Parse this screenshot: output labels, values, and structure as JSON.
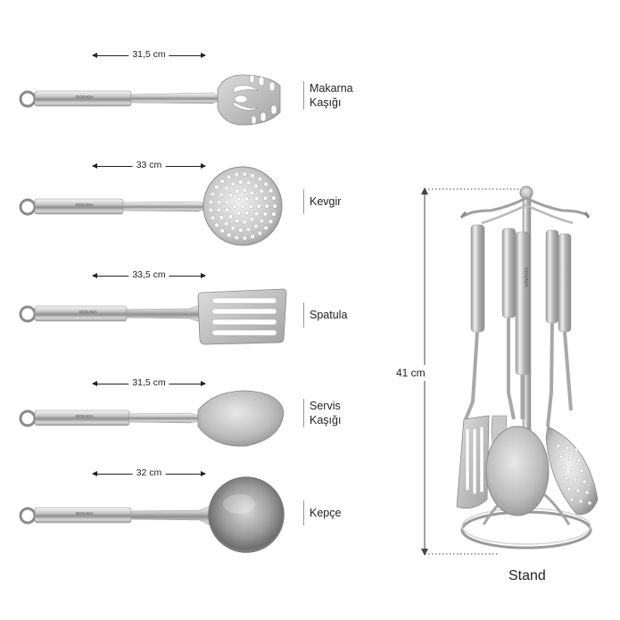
{
  "utensils": [
    {
      "name": "Makarna Kaşığı",
      "length": "31,5 cm"
    },
    {
      "name": "Kevgir",
      "length": "33 cm"
    },
    {
      "name": "Spatula",
      "length": "33,5 cm"
    },
    {
      "name": "Servis Kaşığı",
      "length": "31,5 cm"
    },
    {
      "name": "Kepçe",
      "length": "32 cm"
    }
  ],
  "label_lines": {
    "makarna": [
      "Makarna",
      "Kaşığı"
    ],
    "servis": [
      "Servis",
      "Kaşığı"
    ]
  },
  "handle_mark": "DOGADA",
  "stand": {
    "label": "Stand",
    "height": "41 cm"
  },
  "colors": {
    "steel_light": "#e6e6e6",
    "steel_mid": "#b5b5b5",
    "steel_dark": "#7a7a7a",
    "text": "#222222"
  }
}
